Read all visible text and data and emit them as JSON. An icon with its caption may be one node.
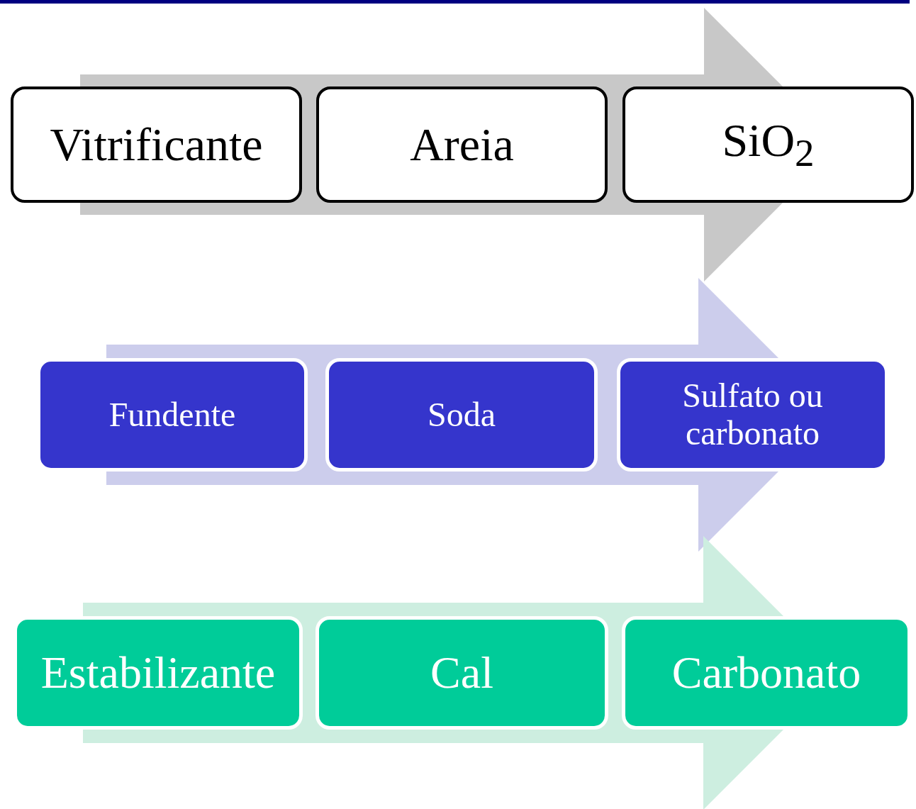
{
  "diagram": {
    "nodes": [
      {
        "text": [
          "Vitrificante"
        ]
      },
      {
        "text": [
          "Areia"
        ]
      },
      {
        "text": [
          "SiO$_{2}$"
        ]
      },
      {
        "text": [
          "Fundente"
        ]
      },
      {
        "text": [
          "Soda"
        ]
      },
      {
        "text": [
          "Sulfato ou carbonato"
        ]
      },
      {
        "text": [
          "Estabilizante"
        ]
      },
      {
        "text": [
          "Cal"
        ]
      },
      {
        "text": [
          "Carbonato"
        ]
      }
    ],
    "edges": [
      {
        "from": 0,
        "to": 2,
        "arrow": "to"
      },
      {
        "from": 3,
        "to": 5,
        "arrow": "to"
      },
      {
        "from": 6,
        "to": 8,
        "arrow": "to"
      }
    ]
  }
}
